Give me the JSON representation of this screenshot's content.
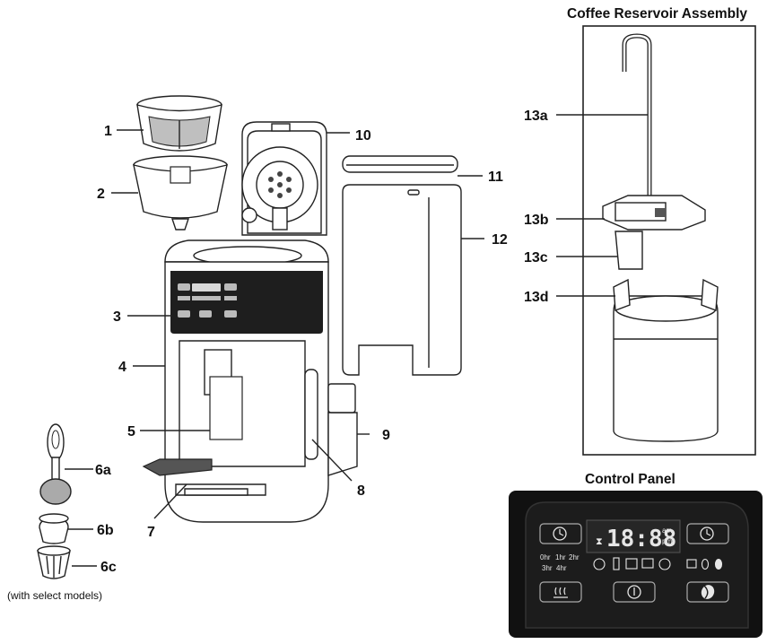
{
  "titles": {
    "reservoir": "Coffee Reservoir Assembly",
    "control_panel": "Control Panel"
  },
  "parts": {
    "p1": "1",
    "p2": "2",
    "p3": "3",
    "p4": "4",
    "p5": "5",
    "p6a": "6a",
    "p6b": "6b",
    "p6c": "6c",
    "p7": "7",
    "p8": "8",
    "p9": "9",
    "p10": "10",
    "p11": "11",
    "p12": "12",
    "p13a": "13a",
    "p13b": "13b",
    "p13c": "13c",
    "p13d": "13d"
  },
  "note": "(with select models)",
  "panel": {
    "time": "18:88",
    "am": "am",
    "pm": "pm",
    "hours": [
      "0hr",
      "1hr",
      "2hr",
      "3hr",
      "4hr"
    ]
  },
  "colors": {
    "panel_bg": "#1c1c1c",
    "panel_text": "#e6e6e6",
    "line": "#222222"
  }
}
